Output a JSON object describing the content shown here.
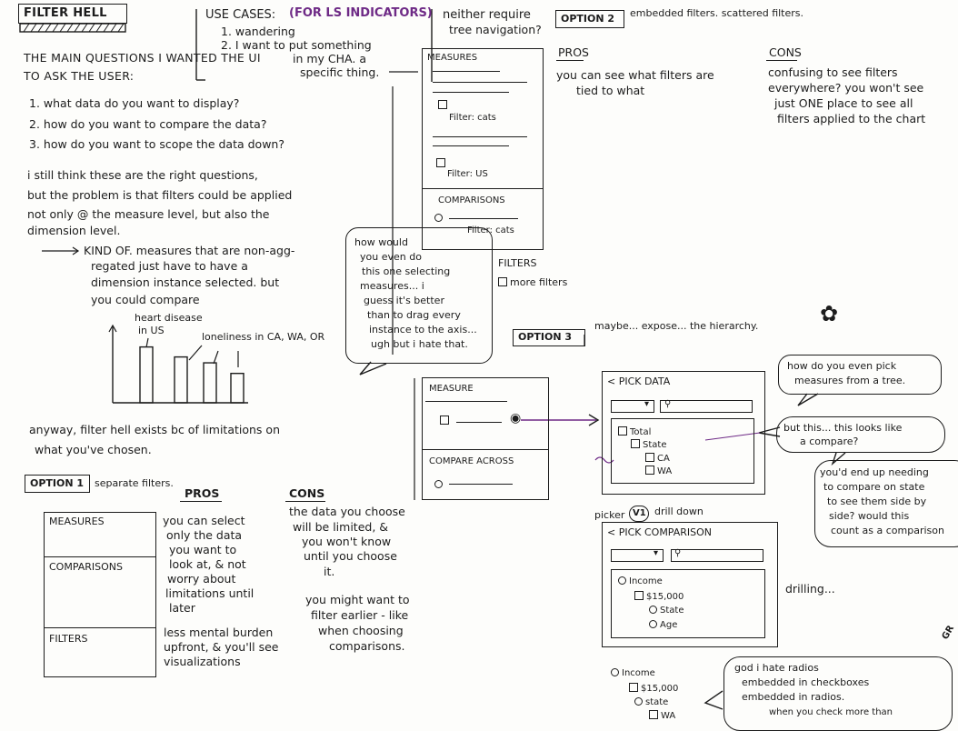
{
  "title": "FILTER HELL",
  "use_cases": {
    "heading": "USE CASES:",
    "note": "(FOR LS INDICATORS)",
    "items": [
      "1. wandering",
      "2. I want to put something",
      "in my CHA. a",
      "specific thing."
    ]
  },
  "neither_note": [
    "neither require",
    "tree navigation?"
  ],
  "intro": {
    "lines": [
      "THE MAIN QUESTIONS I WANTED THE UI",
      "TO ASK THE USER:"
    ],
    "questions": [
      "1. what data do you want to display?",
      "2. how do you want to compare the data?",
      "3. how do you want to scope the data down?"
    ],
    "paragraph": [
      "i still think these are the right questions,",
      "but the problem is that filters could be applied",
      "not only @ the measure level, but also the",
      "dimension level."
    ],
    "kind_of": [
      "KIND OF. measures that are non-agg-",
      "regated just have to have a",
      "dimension instance selected. but",
      "you could compare"
    ],
    "chart_labels": [
      "heart disease",
      "in US",
      "loneliness in CA, WA, OR"
    ],
    "anyway": [
      "anyway, filter hell exists bc of limitations on",
      "what you've chosen."
    ]
  },
  "option1": {
    "label": "OPTION 1",
    "desc": "separate filters.",
    "pros_label": "PROS",
    "cons_label": "CONS",
    "panel": [
      "MEASURES",
      "COMPARISONS",
      "FILTERS"
    ],
    "pros": [
      "you can select",
      "only the data",
      "you want to",
      "look at, & not",
      "worry about",
      "limitations until",
      "later"
    ],
    "pros2": [
      "less mental burden",
      "upfront, & you'll see",
      "visualizations"
    ],
    "cons": [
      "the data you choose",
      "will be limited, &",
      "you won't know",
      "until you choose",
      "it."
    ],
    "cons2": [
      "you might want to",
      "filter earlier - like",
      "when choosing",
      "comparisons."
    ]
  },
  "option2": {
    "label": "OPTION 2",
    "desc": "embedded filters. scattered filters.",
    "pros_label": "PROS",
    "cons_label": "CONS",
    "pros": [
      "you can see what filters are",
      "tied to what"
    ],
    "cons": [
      "confusing to see filters",
      "everywhere? you won't see",
      "just ONE place to see all",
      "filters applied to the chart"
    ],
    "panel": {
      "measures": "MEASURES",
      "filter1": "Filter: cats",
      "filter2": "Filter: US",
      "comparisons": "COMPARISONS",
      "filter3": "Filter: cats",
      "filters": "FILTERS",
      "more": "more filters"
    }
  },
  "bubble_left": [
    "how would",
    "you even do",
    "this one selecting",
    "measures... i",
    "guess it's better",
    "than to drag every",
    "instance to the axis...",
    "ugh but i hate that."
  ],
  "option3": {
    "label": "OPTION 3",
    "desc": "maybe... expose... the hierarchy.",
    "measure": "MEASURE",
    "compare": "COMPARE ACROSS",
    "pick_data": "< PICK DATA",
    "tree": [
      "Total",
      "State",
      "CA",
      "WA"
    ],
    "search_icon": "search-icon",
    "bubble_top": [
      "how do you even pick",
      "measures from a tree."
    ],
    "bubble_mid": [
      "but this... this looks like",
      "a compare?"
    ],
    "bubble_right": [
      "you'd end up needing",
      "to compare on state",
      "to see them side by",
      "side? would this",
      "count as a comparison"
    ],
    "picker_label": "picker",
    "picker_badge": "V1",
    "drill": "drill down",
    "pick_comparison": "< PICK COMPARISON",
    "comp_tree": [
      "Income",
      "$15,000",
      "State",
      "Age"
    ],
    "drilling": "drilling...",
    "bottom_tree": [
      "Income",
      "$15,000",
      "state",
      "WA"
    ],
    "bottom_bubble": [
      "god i hate radios",
      "embedded in checkboxes",
      "embedded in radios."
    ],
    "cut_text": "when you check more than",
    "gr_text": "GR"
  },
  "chart_data": {
    "type": "bar",
    "title": "",
    "xlabel": "",
    "ylabel": "",
    "categories": [
      "",
      "",
      "",
      ""
    ],
    "values": [
      0.95,
      0.78,
      0.68,
      0.5
    ],
    "ylim": [
      0,
      1.3
    ]
  }
}
